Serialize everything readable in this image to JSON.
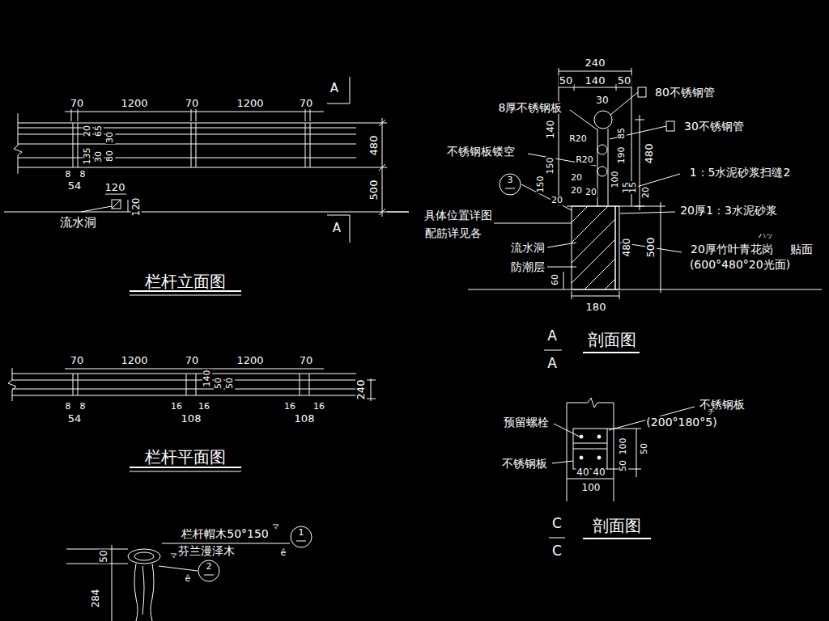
{
  "diagram": {
    "nodes": [
      {
        "text": [
          "3"
        ]
      },
      {
        "text": [
          "1"
        ]
      },
      {
        "text": [
          "2"
        ]
      }
    ],
    "labels": [
      "A",
      "A",
      "70",
      "1200",
      "70",
      "1200",
      "70",
      "20",
      "65",
      "135",
      "30",
      "30",
      "80",
      "8",
      "8",
      "54",
      "480",
      "500",
      "120",
      "120",
      "流水洞",
      "栏杆立面图",
      "70",
      "1200",
      "70",
      "1200",
      "70",
      "8",
      "8",
      "54",
      "16",
      "16",
      "108",
      "16",
      "16",
      "108",
      "140",
      "50",
      "50",
      "240",
      "栏杆平面图",
      "栏杆帽木50°150",
      "芬兰漫泽木",
      "50",
      "284",
      "240",
      "50",
      "140",
      "50",
      "80不锈钢管",
      "30",
      "8厚不锈钢板",
      "30不锈钢管",
      "140",
      "R20",
      "R20",
      "不锈钢板镂空",
      "150",
      "150",
      "20",
      "20",
      "20",
      "100",
      "190",
      "85",
      "15",
      "15",
      "20",
      "480",
      "20",
      "1：5水泥砂浆扫缝2",
      "具体位置详图",
      "配筋详见各",
      "20厚1：3水泥砂浆",
      "流水洞",
      "防潮层",
      "480",
      "500",
      "20厚竹叶青花岗",
      "ハッ",
      "贴面",
      "(600°480°20光面)",
      "60",
      "180",
      "A",
      "A",
      "剖面图",
      "不锈钢板",
      "(200°180°5)",
      "チ",
      "预留螺栓",
      "不锈钢板",
      "100",
      "50",
      "50",
      "40",
      "40",
      "100",
      "C",
      "C",
      "剖面图",
      "ê",
      "マ",
      "ê",
      "マ"
    ]
  }
}
